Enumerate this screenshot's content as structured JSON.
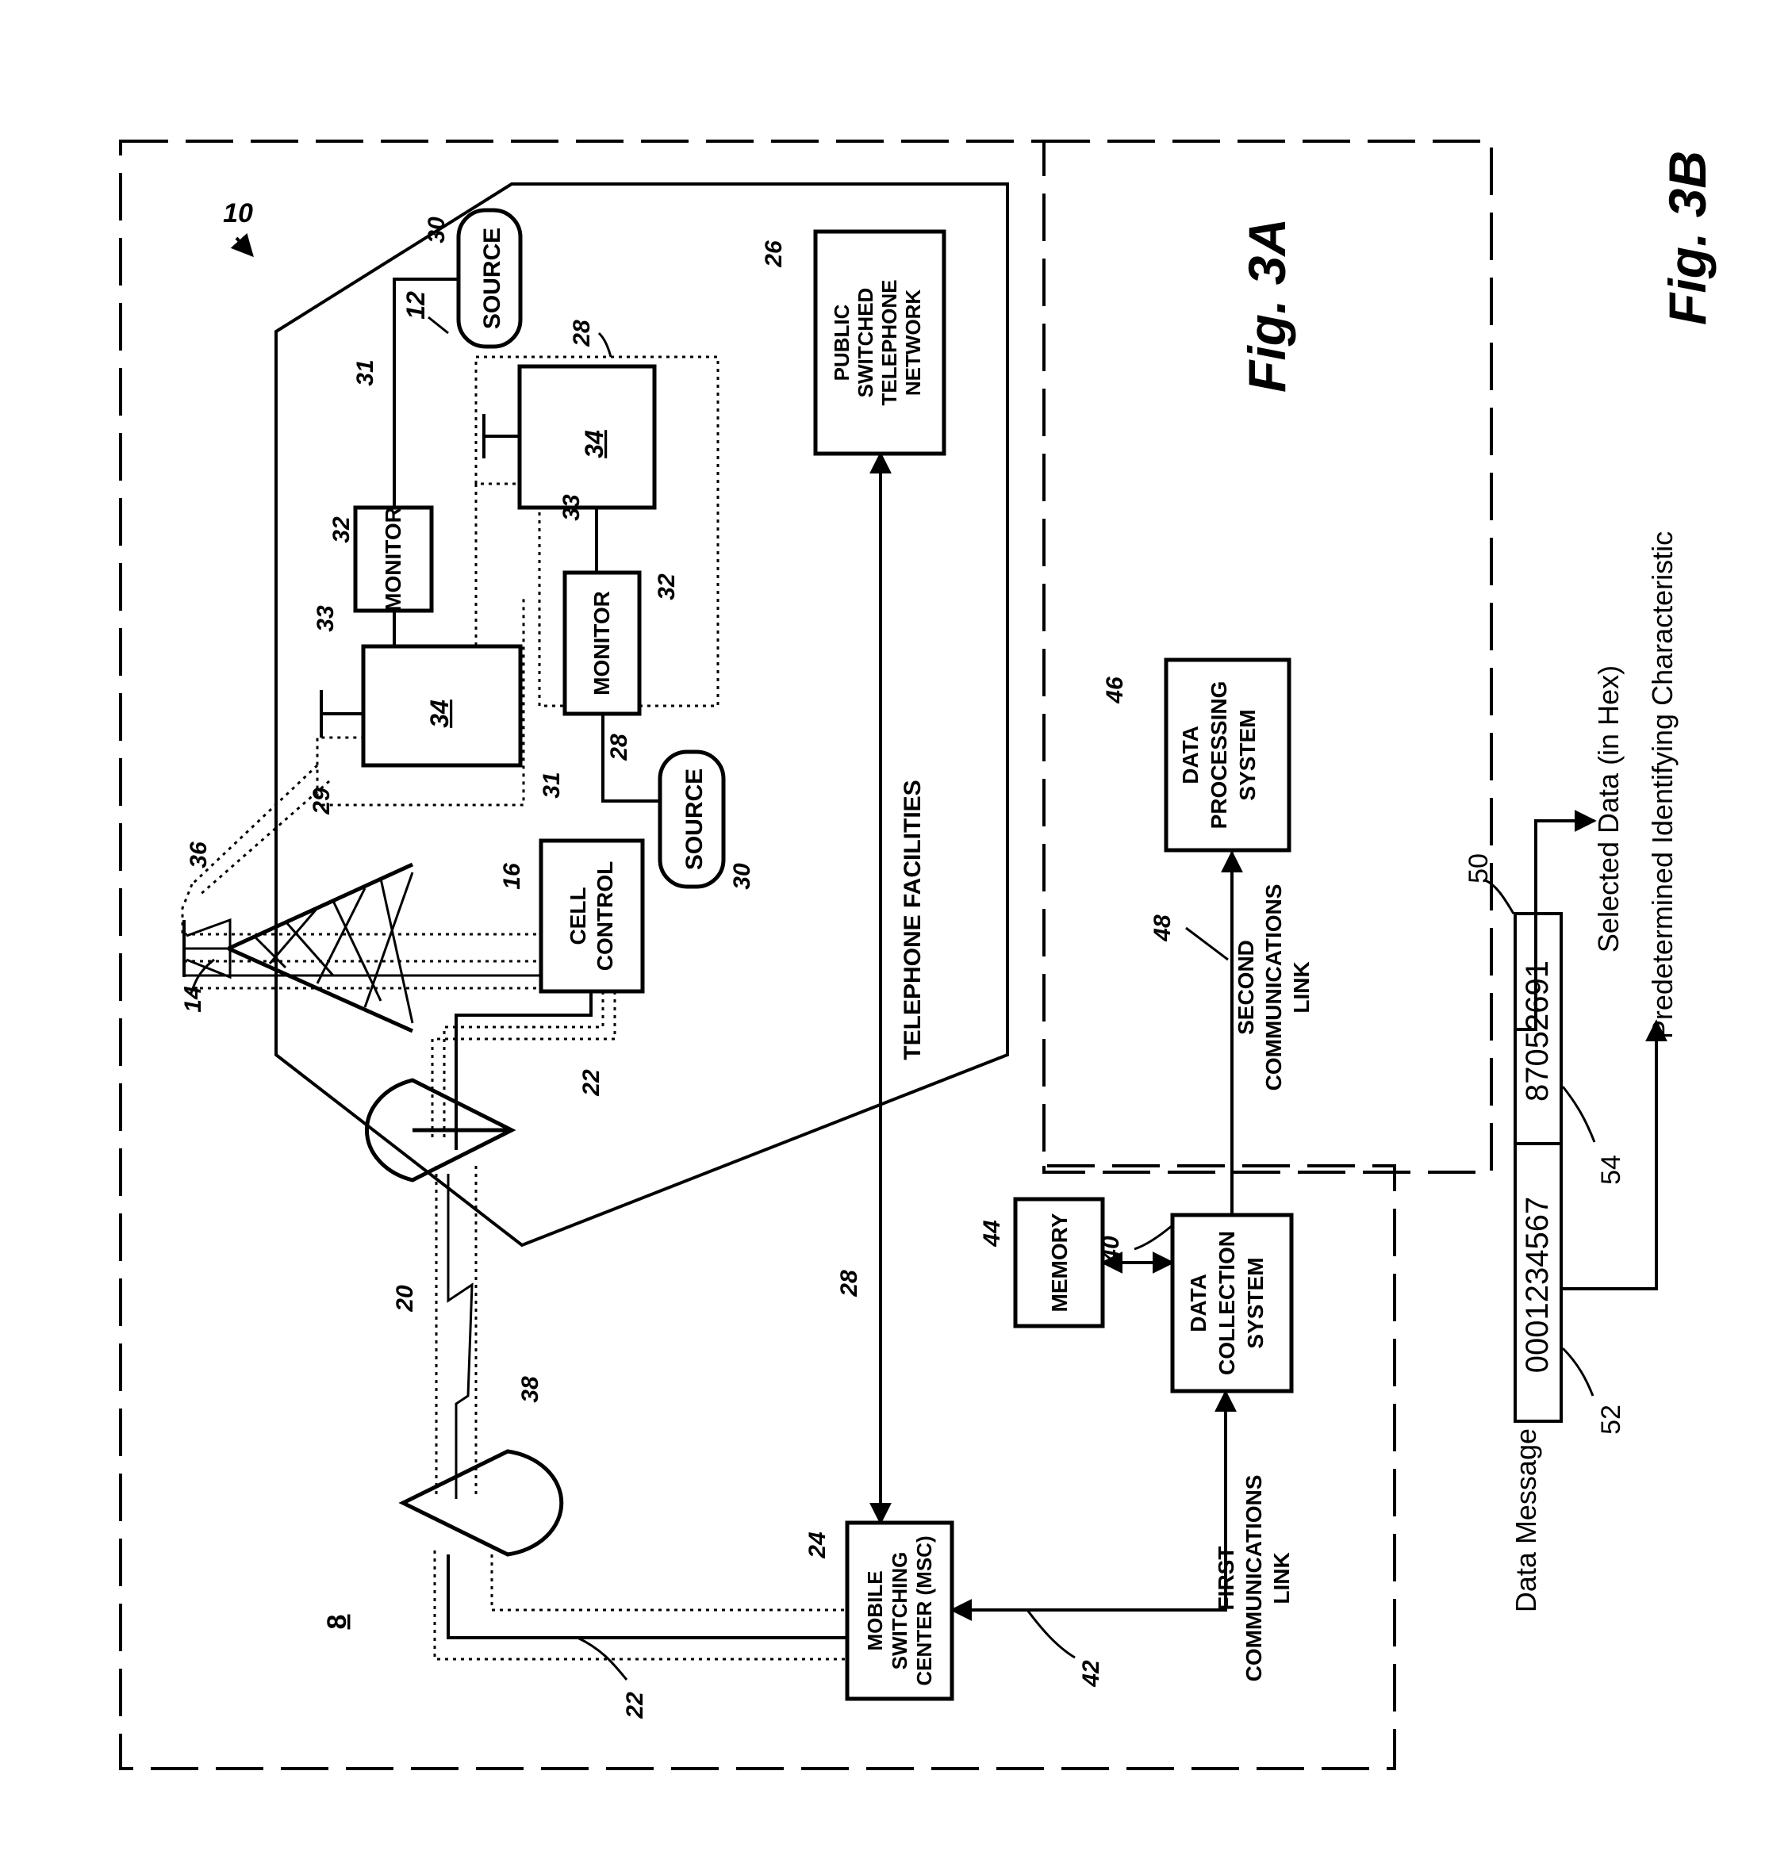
{
  "fig3a": {
    "title": "Fig. 3A",
    "refs": {
      "system": "10",
      "cell": "12",
      "tower": "14",
      "cell_control": "16",
      "microwave": "20",
      "trunk_lower": "22",
      "trunk_upper": "22",
      "msc": "24",
      "pstn": "26",
      "telephone_facilities": "28",
      "site_upper": "28",
      "site_lower": "29",
      "ln_28_site": "28",
      "source_a": "30",
      "source_b": "30",
      "line_a": "31",
      "line_b": "31",
      "monitor_a": "32",
      "monitor_b": "32",
      "ln_33_a": "33",
      "ln_33_b": "33",
      "unit_a": "34",
      "unit_b": "34",
      "radio_link": "36",
      "control_link": "38",
      "data_collection": "40",
      "first_link": "42",
      "memory": "44",
      "data_processing": "46",
      "second_link": "48",
      "area": "8"
    },
    "labels": {
      "source": "SOURCE",
      "monitor": "MONITOR",
      "cell_control_1": "CELL",
      "cell_control_2": "CONTROL",
      "pstn_1": "PUBLIC",
      "pstn_2": "SWITCHED",
      "pstn_3": "TELEPHONE",
      "pstn_4": "NETWORK",
      "msc_1": "MOBILE",
      "msc_2": "SWITCHING",
      "msc_3": "CENTER (MSC)",
      "telephone_facilities": "TELEPHONE FACILITIES",
      "first_link_1": "FIRST",
      "first_link_2": "COMMUNICATIONS",
      "first_link_3": "LINK",
      "second_link_1": "SECOND",
      "second_link_2": "COMMUNICATIONS",
      "second_link_3": "LINK",
      "memory": "MEMORY",
      "dc_1": "DATA",
      "dc_2": "COLLECTION",
      "dc_3": "SYSTEM",
      "dp_1": "DATA",
      "dp_2": "PROCESSING",
      "dp_3": "SYSTEM"
    }
  },
  "fig3b": {
    "title": "Fig. 3B",
    "record_title": "Data Message Record Content",
    "field_identifier": "0001234567",
    "field_data": "87052691",
    "ref_record": "50",
    "ref_identifier": "52",
    "ref_data": "54",
    "arrow_selected": "Selected Data (in Hex)",
    "arrow_identifying": "Predetermined Identifying Characteristic"
  }
}
